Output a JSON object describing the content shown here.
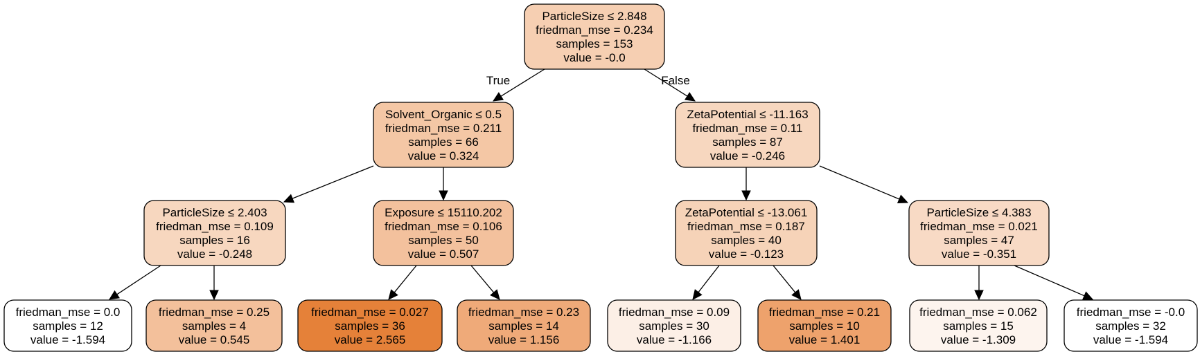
{
  "tree": {
    "nodes": [
      {
        "id": "n0",
        "lines": [
          "ParticleSize ≤ 2.848",
          "friedman_mse = 0.234",
          "samples = 153",
          "value = -0.0"
        ],
        "fill": "#f6cfb2"
      },
      {
        "id": "n1",
        "lines": [
          "Solvent_Organic ≤ 0.5",
          "friedman_mse = 0.211",
          "samples = 66",
          "value = 0.324"
        ],
        "fill": "#f4c7a5"
      },
      {
        "id": "n2",
        "lines": [
          "ZetaPotential ≤ -11.163",
          "friedman_mse = 0.11",
          "samples = 87",
          "value = -0.246"
        ],
        "fill": "#f7d7bf"
      },
      {
        "id": "n3",
        "lines": [
          "ParticleSize ≤ 2.403",
          "friedman_mse = 0.109",
          "samples = 16",
          "value = -0.248"
        ],
        "fill": "#f7d7bf"
      },
      {
        "id": "n4",
        "lines": [
          "Exposure ≤ 15110.202",
          "friedman_mse = 0.106",
          "samples = 50",
          "value = 0.507"
        ],
        "fill": "#f3c19d"
      },
      {
        "id": "n5",
        "lines": [
          "ZetaPotential ≤ -13.061",
          "friedman_mse = 0.187",
          "samples = 40",
          "value = -0.123"
        ],
        "fill": "#f6d3b8"
      },
      {
        "id": "n6",
        "lines": [
          "ParticleSize ≤ 4.383",
          "friedman_mse = 0.021",
          "samples = 47",
          "value = -0.351"
        ],
        "fill": "#f8dac5"
      },
      {
        "id": "n7",
        "lines": [
          "friedman_mse = 0.0",
          "samples = 12",
          "value = -1.594"
        ],
        "fill": "#ffffff"
      },
      {
        "id": "n8",
        "lines": [
          "friedman_mse = 0.25",
          "samples = 4",
          "value = 0.545"
        ],
        "fill": "#f3c09b"
      },
      {
        "id": "n9",
        "lines": [
          "friedman_mse = 0.027",
          "samples = 36",
          "value = 2.565"
        ],
        "fill": "#e58139"
      },
      {
        "id": "n10",
        "lines": [
          "friedman_mse = 0.23",
          "samples = 14",
          "value = 1.156"
        ],
        "fill": "#efaa79"
      },
      {
        "id": "n11",
        "lines": [
          "friedman_mse = 0.09",
          "samples = 30",
          "value = -1.166"
        ],
        "fill": "#fcefe6"
      },
      {
        "id": "n12",
        "lines": [
          "friedman_mse = 0.21",
          "samples = 10",
          "value = 1.401"
        ],
        "fill": "#eea26c"
      },
      {
        "id": "n13",
        "lines": [
          "friedman_mse = 0.062",
          "samples = 15",
          "value = -1.309"
        ],
        "fill": "#fdf4ee"
      },
      {
        "id": "n14",
        "lines": [
          "friedman_mse = -0.0",
          "samples = 32",
          "value = -1.594"
        ],
        "fill": "#ffffff"
      }
    ],
    "edges": [
      {
        "from": "n0",
        "to": "n1",
        "label": "True"
      },
      {
        "from": "n0",
        "to": "n2",
        "label": "False"
      },
      {
        "from": "n1",
        "to": "n3",
        "label": ""
      },
      {
        "from": "n1",
        "to": "n4",
        "label": ""
      },
      {
        "from": "n2",
        "to": "n5",
        "label": ""
      },
      {
        "from": "n2",
        "to": "n6",
        "label": ""
      },
      {
        "from": "n3",
        "to": "n7",
        "label": ""
      },
      {
        "from": "n3",
        "to": "n8",
        "label": ""
      },
      {
        "from": "n4",
        "to": "n9",
        "label": ""
      },
      {
        "from": "n4",
        "to": "n10",
        "label": ""
      },
      {
        "from": "n5",
        "to": "n11",
        "label": ""
      },
      {
        "from": "n5",
        "to": "n12",
        "label": ""
      },
      {
        "from": "n6",
        "to": "n13",
        "label": ""
      },
      {
        "from": "n6",
        "to": "n14",
        "label": ""
      }
    ]
  }
}
